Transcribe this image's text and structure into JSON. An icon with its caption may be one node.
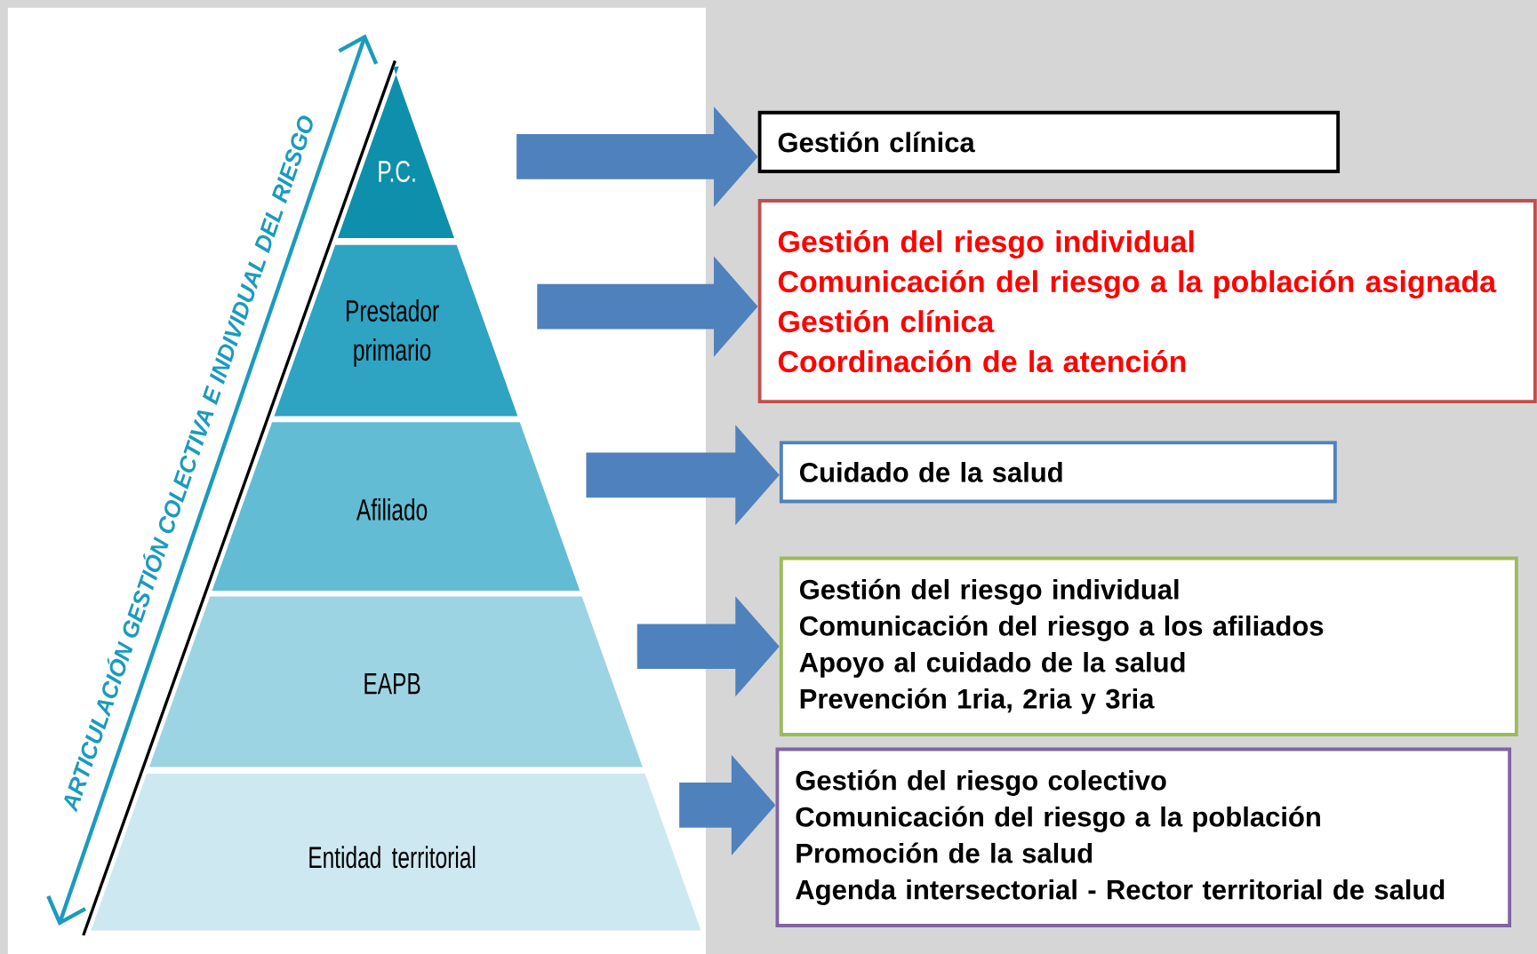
{
  "diagram": {
    "nodes": [
      {
        "text": [
          "P.C."
        ]
      },
      {
        "text": [
          "Prestador primario"
        ]
      },
      {
        "text": [
          "Afiliado"
        ]
      },
      {
        "text": [
          "EAPB"
        ]
      },
      {
        "text": [
          "Entidad territorial"
        ]
      },
      {
        "text": [
          "Gestión clínica"
        ]
      },
      {
        "text": [
          "Gestión del riesgo individual",
          "Comunicación del riesgo a la población asignada",
          "Gestión clínica",
          "Coordinación de la atención"
        ]
      },
      {
        "text": [
          "Cuidado de la salud"
        ]
      },
      {
        "text": [
          "Gestión del riesgo individual",
          "Comunicación del riesgo a los afiliados",
          "Apoyo al cuidado de la salud",
          "Prevención 1ria, 2ria y 3ria"
        ]
      },
      {
        "text": [
          "Gestión del riesgo colectivo",
          "Comunicación del riesgo a la población",
          "Promoción de la salud",
          "Agenda intersectorial - Rector territorial de salud"
        ]
      }
    ],
    "edges": [
      {
        "from": 0,
        "to": 5,
        "arrow": "to"
      },
      {
        "from": 1,
        "to": 6,
        "arrow": "to"
      },
      {
        "from": 2,
        "to": 7,
        "arrow": "to"
      },
      {
        "from": 3,
        "to": 8,
        "arrow": "to"
      },
      {
        "from": 4,
        "to": 9,
        "arrow": "to"
      }
    ],
    "labels": [
      "ARTICULACIÓN GESTIÓN COLECTIVA E INDIVIDUAL DEL RIESGO"
    ]
  }
}
